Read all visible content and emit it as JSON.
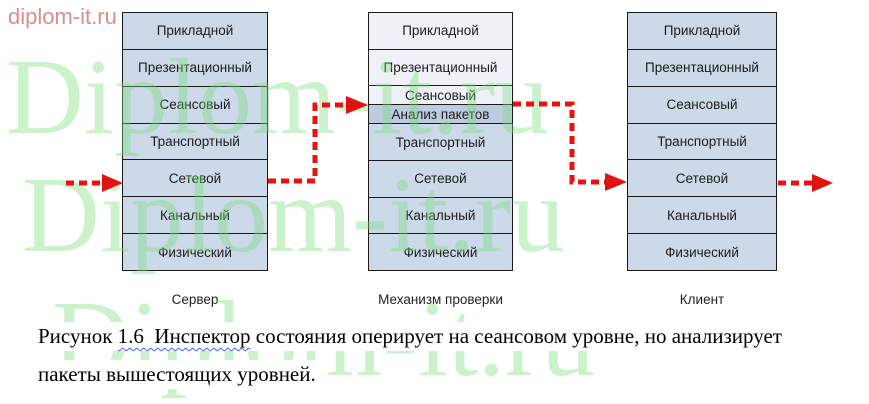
{
  "watermark": {
    "corner_text": "diplom-it.ru",
    "large_text": "Diplom-it.ru"
  },
  "diagram": {
    "stacks": [
      {
        "label": "Сервер",
        "layers": [
          "Прикладной",
          "Презентационный",
          "Сеансовый",
          "Транспортный",
          "Сетевой",
          "Канальный",
          "Физический"
        ]
      },
      {
        "label": "Механизм проверки",
        "layers": [
          "Прикладной",
          "Презентационный",
          "Сеансовый",
          "Анализ пакетов",
          "Транспортный",
          "Сетевой",
          "Канальный",
          "Физический"
        ]
      },
      {
        "label": "Клиент",
        "layers": [
          "Прикладной",
          "Презентационный",
          "Сеансовый",
          "Транспортный",
          "Сетевой",
          "Канальный",
          "Физический"
        ]
      }
    ],
    "flow": "входящий трафик проходит через сетевой уровень сервера, поднимается до сеансового уровня механизма проверки (анализ пакетов) и возвращается на сетевой уровень клиента"
  },
  "caption": {
    "prefix": "Рисунок ",
    "underlined": "1.6  Инспектор",
    "rest": " состояния оперирует на сеансовом уровне, но анализирует",
    "line2": "пакеты вышестоящих уровней."
  },
  "colors": {
    "cell": "#ccd9e8",
    "cell_light": "#eef1f6",
    "cell_dark": "#bccbde",
    "border": "#1a1a1a",
    "arrow_red": "#e81212",
    "watermark_green": "#cdeccd",
    "watermark_pink": "#d98f8f",
    "squiggle_blue": "#4466ee"
  }
}
